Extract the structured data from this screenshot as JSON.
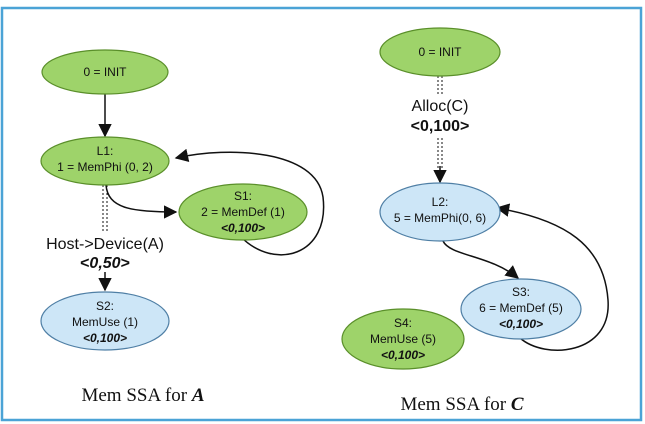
{
  "colors": {
    "frame": "#4ba3d6",
    "green_fill": "#9ed36a",
    "green_stroke": "#5a8f2a",
    "blue_fill": "#cde6f7",
    "blue_stroke": "#4f7fa5",
    "edge": "#111111"
  },
  "diagram_a": {
    "caption_prefix": "Mem SSA for ",
    "caption_var": "A",
    "nodes": {
      "init": {
        "line1": "0 = INIT"
      },
      "l1": {
        "line1": "L1:",
        "line2": "1 = MemPhi (0, 2)"
      },
      "s1": {
        "line1": "S1:",
        "line2": "2 = MemDef (1)",
        "line3": "<0,100>"
      },
      "s2": {
        "line1": "S2:",
        "line2": "MemUse (1)",
        "line3": "<0,100>"
      }
    },
    "edge_label": {
      "line1": "Host->Device(A)",
      "open": "<",
      "value": "0,50",
      "close": ">"
    }
  },
  "diagram_c": {
    "caption_prefix": "Mem SSA for ",
    "caption_var": "C",
    "nodes": {
      "init": {
        "line1": "0 = INIT"
      },
      "l2": {
        "line1": "L2:",
        "line2": "5 = MemPhi(0, 6)"
      },
      "s3": {
        "line1": "S3:",
        "line2": "6 = MemDef (5)",
        "line3": "<0,100>"
      },
      "s4": {
        "line1": "S4:",
        "line2": "MemUse (5)",
        "line3": "<0,100>"
      }
    },
    "edge_label": {
      "line1": "Alloc(C)",
      "value": "<0,100>"
    }
  }
}
